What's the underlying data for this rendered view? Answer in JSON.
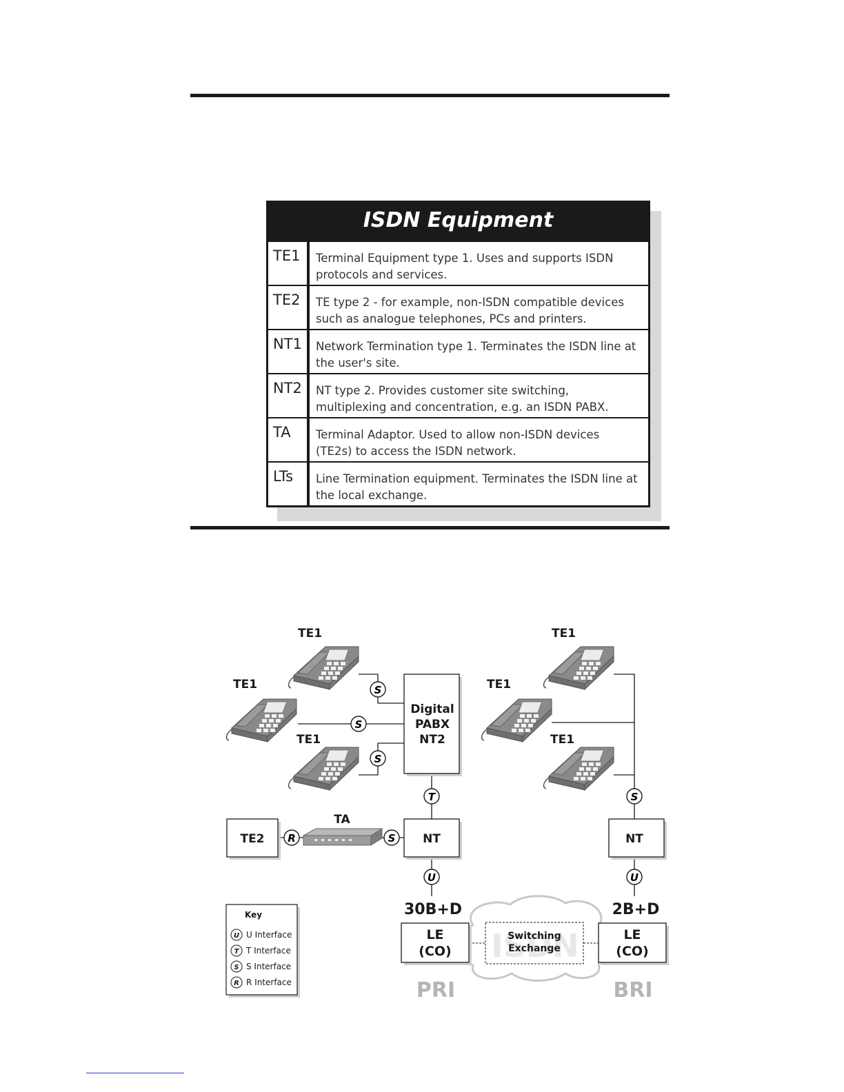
{
  "equipment_table": {
    "title": "ISDN Equipment",
    "rows": [
      {
        "code": "TE1",
        "desc1": "Terminal Equipment type 1. Uses and supports ISDN",
        "desc2": "protocols and services."
      },
      {
        "code": "TE2",
        "desc1": "TE type 2 - for example, non-ISDN compatible devices",
        "desc2": "such as analogue telephones, PCs and printers."
      },
      {
        "code": "NT1",
        "desc1": "Network Termination type 1. Terminates the ISDN line at",
        "desc2": "the user's site."
      },
      {
        "code": "NT2",
        "desc1": "NT type 2. Provides customer site switching,",
        "desc2": "multiplexing and concentration, e.g.  an ISDN PABX."
      },
      {
        "code": "TA",
        "desc1": "Terminal Adaptor. Used to allow non-ISDN devices",
        "desc2": "(TE2s) to access the ISDN network."
      },
      {
        "code": "LTs",
        "desc1": "Line Termination equipment. Terminates the ISDN line at",
        "desc2": "the local exchange."
      }
    ]
  },
  "diagram": {
    "te1_label": "TE1",
    "te2_label": "TE2",
    "ta_label": "TA",
    "pabx_line1": "Digital",
    "pabx_line2": "PABX",
    "pabx_line3": "NT2",
    "nt_label": "NT",
    "le_line1": "LE",
    "le_line2": "(CO)",
    "pri_rate": "30B+D",
    "bri_rate": "2B+D",
    "cloud_watermark": "ISDN",
    "switching_line1": "Switching",
    "switching_line2": "Exchange",
    "pri_label": "PRI",
    "bri_label": "BRI",
    "iface_u": "U",
    "iface_t": "T",
    "iface_s": "S",
    "iface_r": "R",
    "key": {
      "title": "Key",
      "items": [
        "U Interface",
        "T Interface",
        "S Interface",
        "R Interface"
      ]
    }
  },
  "colors": {
    "ink": "#1a1a1a",
    "phone": "#8a8a8a",
    "label_gray": "#b5b5b5"
  }
}
